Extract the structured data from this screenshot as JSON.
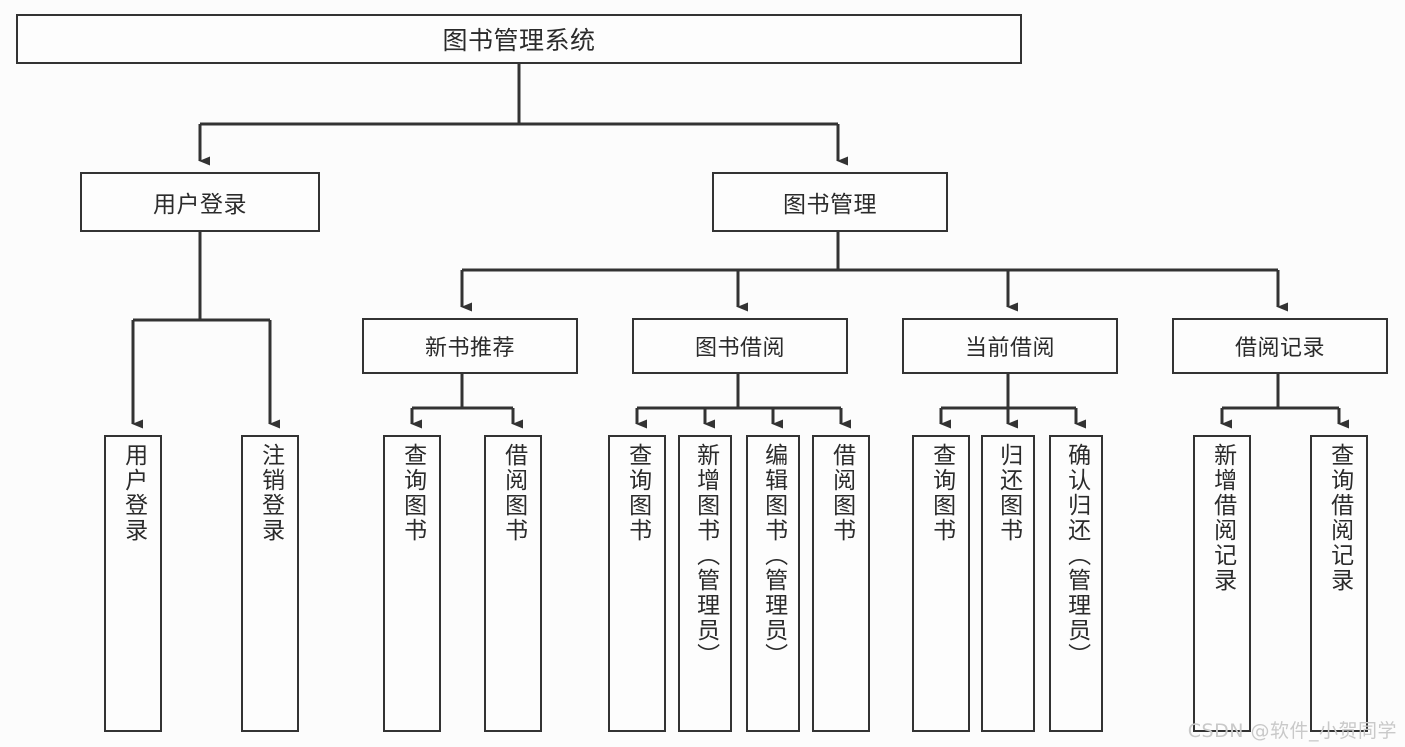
{
  "diagram": {
    "title": "图书管理系统",
    "type": "hierarchy-tree",
    "watermark": "CSDN @软件_小贺同学",
    "colors": {
      "background": "#fcfcfc",
      "box_fill": "#fdfdfd",
      "line": "#333333",
      "text": "#2b2b2b",
      "watermark": "#c9c9c9"
    }
  },
  "nodes": {
    "root": {
      "label": "图书管理系统"
    },
    "level2": [
      {
        "label": "用户登录"
      },
      {
        "label": "图书管理"
      }
    ],
    "level3": [
      {
        "label": "新书推荐"
      },
      {
        "label": "图书借阅"
      },
      {
        "label": "当前借阅"
      },
      {
        "label": "借阅记录"
      }
    ],
    "leaves": [
      {
        "label": "用户登录"
      },
      {
        "label": "注销登录"
      },
      {
        "label": "查询图书"
      },
      {
        "label": "借阅图书"
      },
      {
        "label": "查询图书"
      },
      {
        "label": "新增图书（管理员）"
      },
      {
        "label": "编辑图书（管理员）"
      },
      {
        "label": "借阅图书"
      },
      {
        "label": "查询图书"
      },
      {
        "label": "归还图书"
      },
      {
        "label": "确认归还（管理员）"
      },
      {
        "label": "新增借阅记录"
      },
      {
        "label": "查询借阅记录"
      }
    ]
  },
  "tree": {
    "图书管理系统": {
      "用户登录": [
        "用户登录",
        "注销登录"
      ],
      "图书管理": {
        "新书推荐": [
          "查询图书",
          "借阅图书"
        ],
        "图书借阅": [
          "查询图书",
          "新增图书（管理员）",
          "编辑图书（管理员）",
          "借阅图书"
        ],
        "当前借阅": [
          "查询图书",
          "归还图书",
          "确认归还（管理员）"
        ],
        "借阅记录": [
          "新增借阅记录",
          "查询借阅记录"
        ]
      }
    }
  }
}
